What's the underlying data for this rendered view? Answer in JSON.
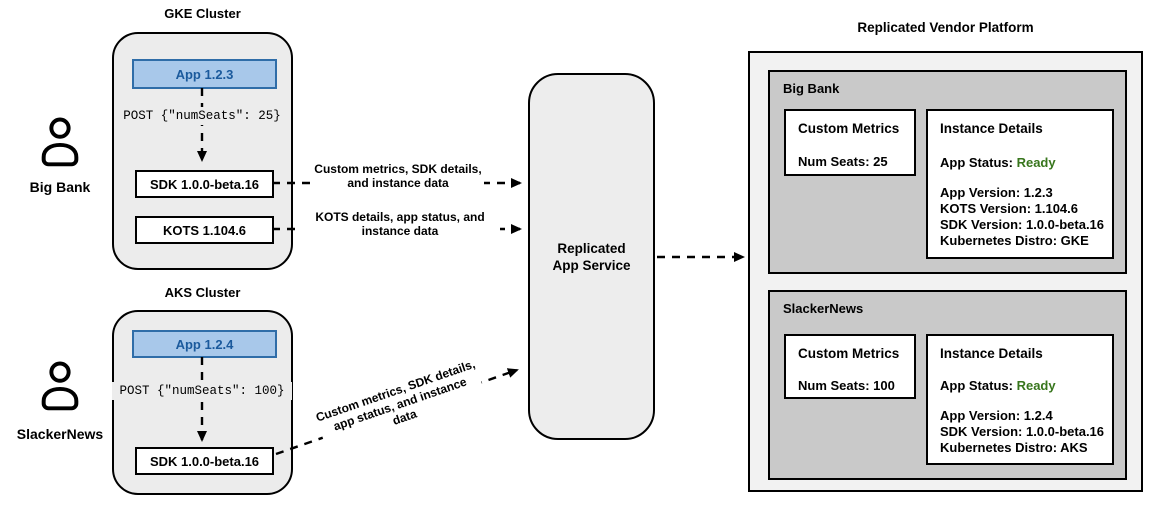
{
  "colors": {
    "app_box_fill": "#a8c8ea",
    "app_box_border": "#2f6da8",
    "app_box_text": "#1b5a9c",
    "cluster_fill": "#ececec",
    "panel_fill": "#c9c9c9",
    "platform_fill": "#f2f2f2",
    "status_ready_green": "#38761d"
  },
  "actors": [
    {
      "name": "Big Bank"
    },
    {
      "name": "SlackerNews"
    }
  ],
  "clusters": [
    {
      "title": "GKE Cluster",
      "app_label": "App 1.2.3",
      "post_label": "POST {\"numSeats\": 25}",
      "components": [
        "SDK 1.0.0-beta.16",
        "KOTS 1.104.6"
      ]
    },
    {
      "title": "AKS Cluster",
      "app_label": "App 1.2.4",
      "post_label": "POST {\"numSeats\": 100}",
      "components": [
        "SDK 1.0.0-beta.16"
      ]
    }
  ],
  "flows": {
    "sdk_to_service": "Custom metrics, SDK details, and instance data",
    "kots_to_service": "KOTS details, app status, and instance data",
    "sdk_combined_to_service": "Custom metrics, SDK details, app status, and instance data"
  },
  "service": {
    "label": "Replicated App Service"
  },
  "platform": {
    "title": "Replicated Vendor Platform",
    "panels": [
      {
        "name": "Big Bank",
        "custom_metrics": {
          "title": "Custom Metrics",
          "num_seats": "Num Seats: 25"
        },
        "instance_details": {
          "title": "Instance Details",
          "app_status_label": "App Status:",
          "app_status_value": "Ready",
          "lines": [
            "App Version: 1.2.3",
            "KOTS Version: 1.104.6",
            "SDK Version: 1.0.0-beta.16",
            "Kubernetes Distro: GKE"
          ]
        }
      },
      {
        "name": "SlackerNews",
        "custom_metrics": {
          "title": "Custom Metrics",
          "num_seats": "Num Seats: 100"
        },
        "instance_details": {
          "title": "Instance Details",
          "app_status_label": "App Status:",
          "app_status_value": "Ready",
          "lines": [
            "App Version: 1.2.4",
            "SDK Version: 1.0.0-beta.16",
            "Kubernetes Distro: AKS"
          ]
        }
      }
    ]
  }
}
